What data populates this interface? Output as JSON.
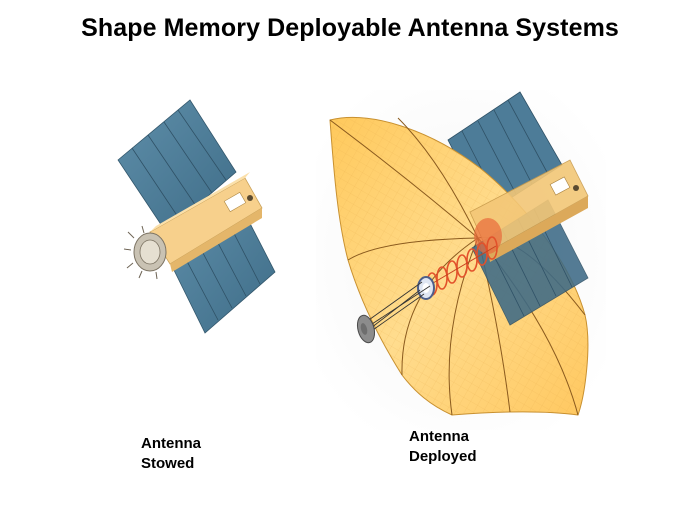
{
  "slide": {
    "title": "Shape Memory Deployable Antenna Systems"
  },
  "figures": {
    "stowed": {
      "caption_line1": "Antenna",
      "caption_line2": "Stowed"
    },
    "deployed": {
      "caption_line1": "Antenna",
      "caption_line2": "Deployed"
    }
  },
  "colors": {
    "solar_panel": "#4f7f9b",
    "solar_panel_dark": "#3a6680",
    "bus_body": "#f6cf86",
    "reflector": "#ffd072",
    "coil": "#e8552d",
    "background": "#ffffff"
  }
}
